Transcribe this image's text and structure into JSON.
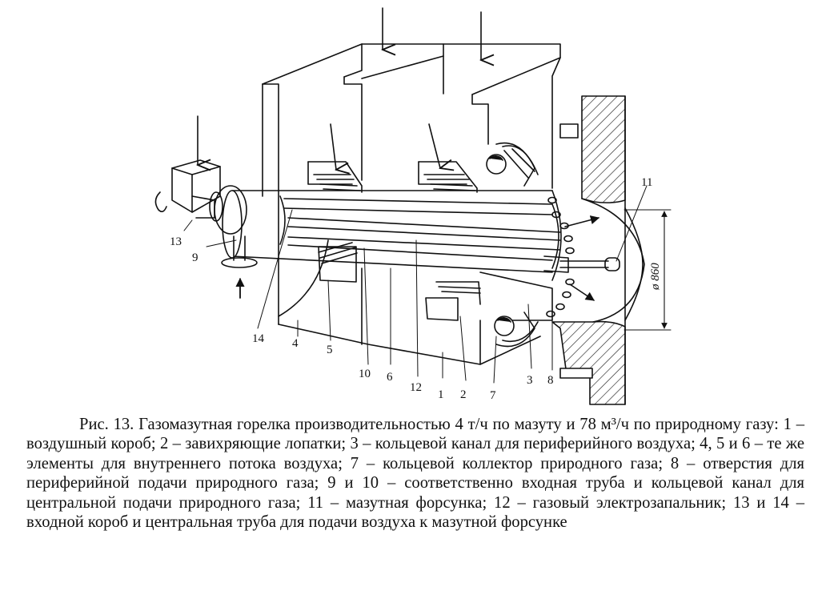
{
  "figure": {
    "labels": {
      "l1": "1",
      "l2": "2",
      "l3": "3",
      "l4": "4",
      "l5": "5",
      "l6": "6",
      "l7": "7",
      "l8": "8",
      "l9": "9",
      "l10": "10",
      "l11": "11",
      "l12": "12",
      "l13": "13",
      "l14": "14"
    },
    "dimension": "ø 860"
  },
  "caption": {
    "text": "Рис. 13. Газомазутная горелка производительностью 4 т/ч по мазуту и 78 м³/ч по природному газу: 1 – воздушный короб; 2 – завихряющие лопатки; 3 – кольцевой канал для периферийного воздуха; 4, 5 и 6 – те же элементы для внутреннего потока воздуха; 7 – кольцевой коллектор природного газа; 8 – отверстия для периферийной подачи природного газа; 9 и 10 – соответственно входная труба и кольцевой канал для центральной подачи природного газа; 11 – мазутная форсунка; 12 – газовый электрозапальник; 13 и 14 – входной короб и центральная труба для подачи воздуха к мазутной форсунке"
  }
}
